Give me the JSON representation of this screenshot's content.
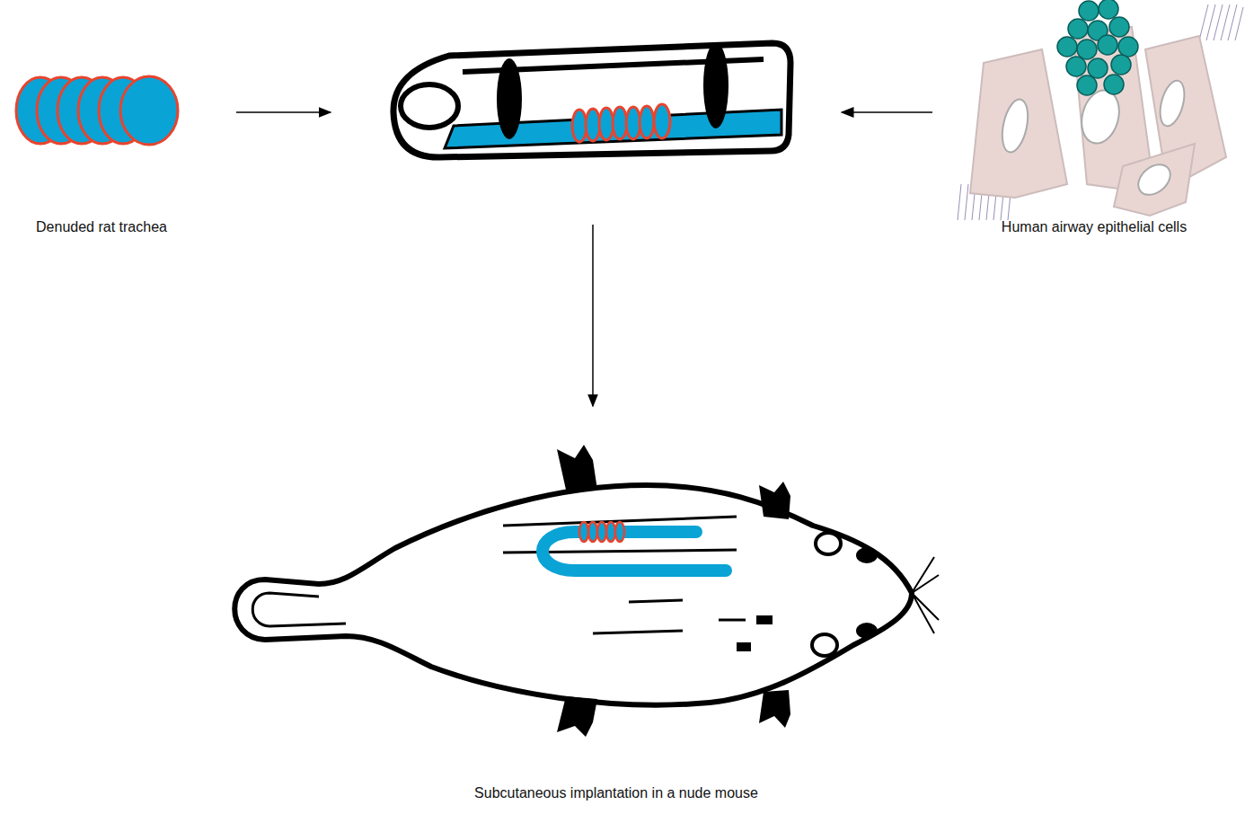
{
  "diagram": {
    "labels": [
      "Denuded rat trachea",
      "Human airway epithelial cells",
      "Subcutaneous implantation in a nude mouse"
    ]
  }
}
